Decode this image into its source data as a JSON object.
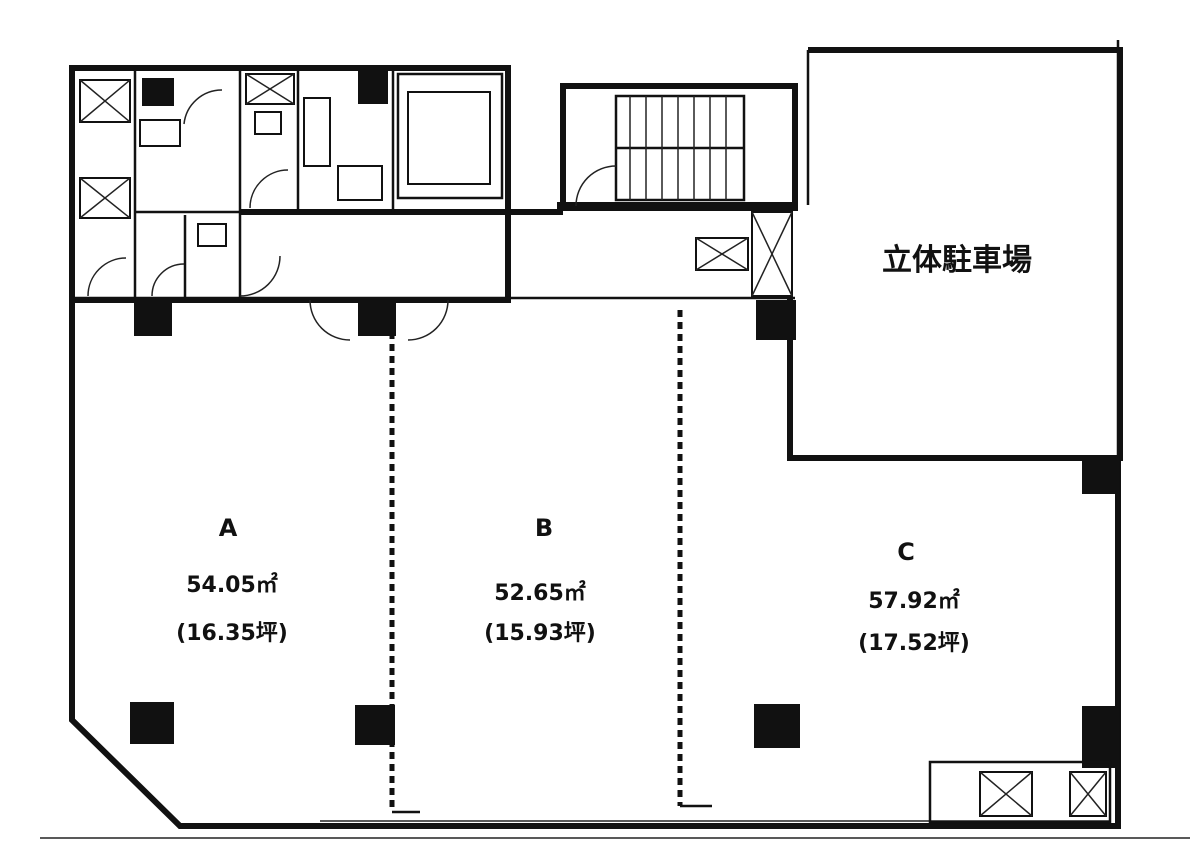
{
  "units": [
    {
      "id": "a",
      "label": "A",
      "area": "54.05㎡",
      "tsubo": "(16.35坪)"
    },
    {
      "id": "b",
      "label": "B",
      "area": "52.65㎡",
      "tsubo": "(15.93坪)"
    },
    {
      "id": "c",
      "label": "C",
      "area": "57.92㎡",
      "tsubo": "(17.52坪)"
    }
  ],
  "parking": {
    "label": "立体駐車場"
  },
  "colors": {
    "line": "#111111",
    "background": "#ffffff"
  }
}
